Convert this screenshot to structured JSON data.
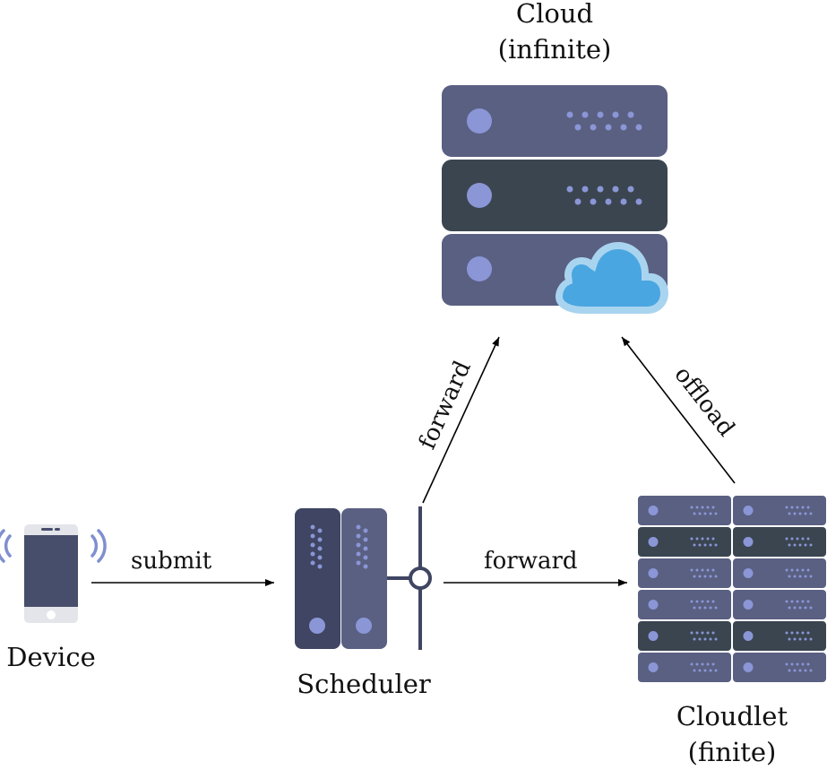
{
  "nodes": {
    "cloud": {
      "title": "Cloud",
      "subtitle": "(infinite)"
    },
    "cloudlet": {
      "title": "Cloudlet",
      "subtitle": "(finite)"
    },
    "device": {
      "title": "Device"
    },
    "scheduler": {
      "title": "Scheduler"
    }
  },
  "edges": {
    "submit": "submit",
    "forward_cloudlet": "forward",
    "forward_cloud": "forward",
    "offload": "offload"
  },
  "colors": {
    "server_light": "#5a6082",
    "server_dark": "#3a4550",
    "led": "#8a96d6",
    "cloud_fill": "#4aa6e0",
    "cloud_outline": "#a9d4f0",
    "phone_frame": "#e4e5ea",
    "phone_screen": "#474e6b",
    "signal": "#7f8fd0",
    "arrow": "#000000"
  },
  "icons": [
    "server-rack-icon",
    "cloud-icon",
    "smartphone-icon",
    "signal-waves-icon",
    "scheduler-icon",
    "cloudlet-rack-icon"
  ]
}
